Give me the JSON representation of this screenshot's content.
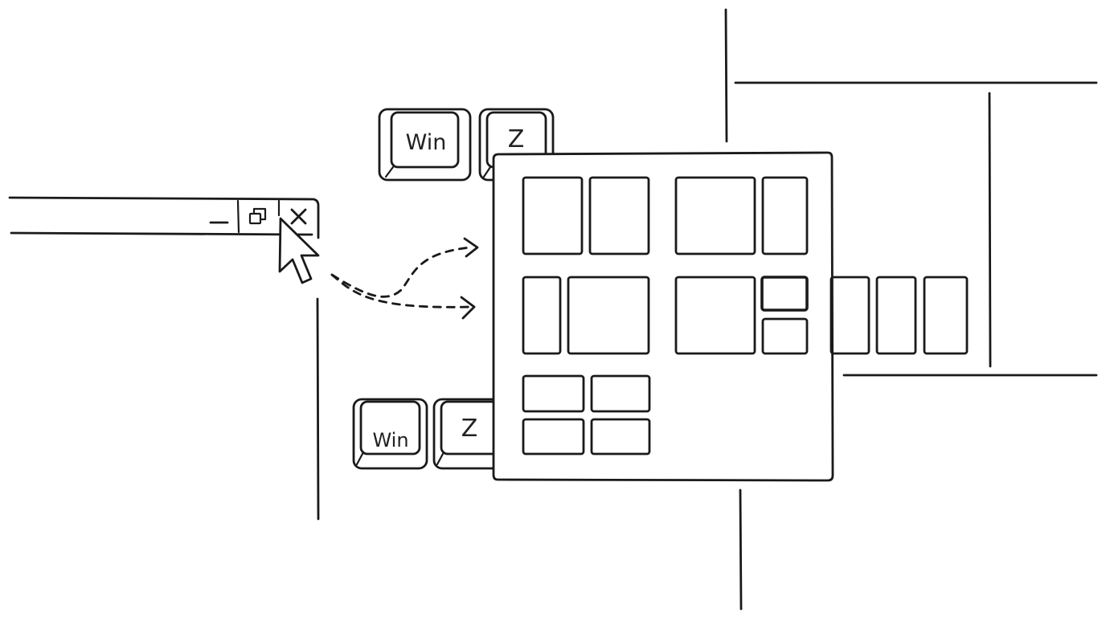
{
  "keys": {
    "top_win": "Win",
    "top_z": "Z",
    "bottom_win": "Win",
    "bottom_z": "Z"
  },
  "colors": {
    "ink": "#1a1a1a",
    "highlight": "#d0341f",
    "background": "#ffffff"
  },
  "icons": {
    "minimize": "minimize-icon",
    "maximize": "restore-icon",
    "close": "close-icon",
    "cursor": "mouse-pointer-icon"
  },
  "snap_layouts": {
    "highlighted_zone": "layout-4-zone-top-right"
  }
}
